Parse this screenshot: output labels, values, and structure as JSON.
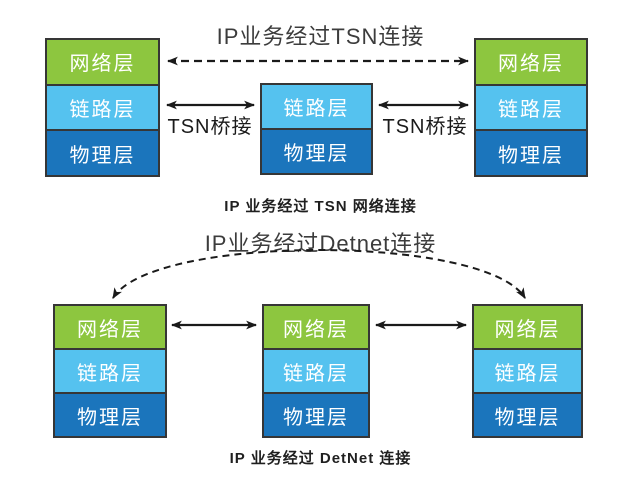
{
  "layers": {
    "network": "网络层",
    "link": "链路层",
    "physical": "物理层"
  },
  "tsn_diagram": {
    "title": "IP业务经过TSN连接",
    "bridge_labels": [
      "TSN桥接",
      "TSN桥接"
    ],
    "caption": "IP 业务经过 TSN 网络连接"
  },
  "detnet_diagram": {
    "title": "IP业务经过Detnet连接",
    "caption": "IP 业务经过 DetNet 连接"
  },
  "colors": {
    "network_layer": "#8dc63f",
    "link_layer": "#55c2ef",
    "physical_layer": "#1b75bc",
    "stack_border": "#363636",
    "arrow": "#1a1a1a"
  }
}
